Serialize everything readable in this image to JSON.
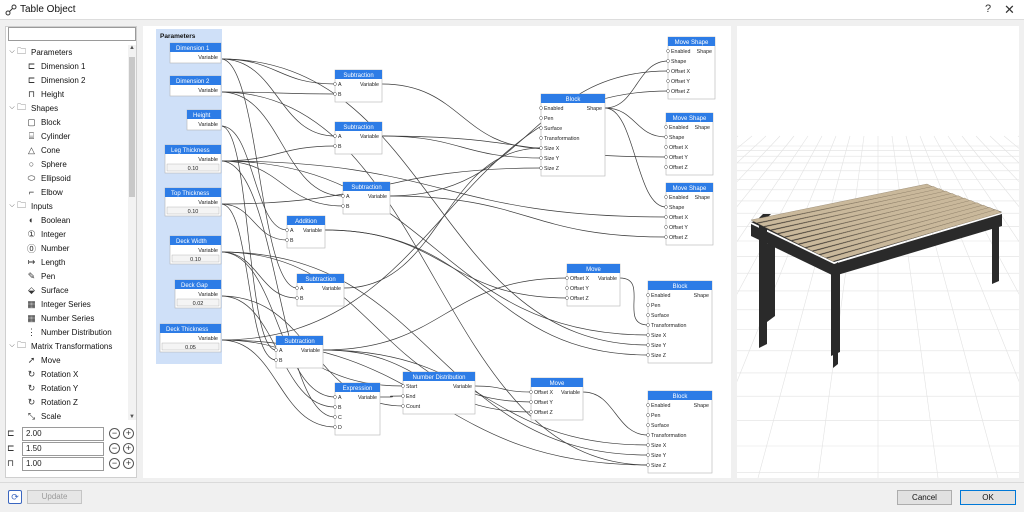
{
  "window": {
    "title": "Table Object",
    "help": "?",
    "close": "✕"
  },
  "tree": [
    {
      "label": "Parameters",
      "group": true,
      "icon": "folder"
    },
    {
      "label": "Dimension 1",
      "icon": "dimension"
    },
    {
      "label": "Dimension 2",
      "icon": "dimension"
    },
    {
      "label": "Height",
      "icon": "height"
    },
    {
      "label": "Shapes",
      "group": true,
      "icon": "folder"
    },
    {
      "label": "Block",
      "icon": "block"
    },
    {
      "label": "Cylinder",
      "icon": "cylinder"
    },
    {
      "label": "Cone",
      "icon": "cone"
    },
    {
      "label": "Sphere",
      "icon": "sphere"
    },
    {
      "label": "Ellipsoid",
      "icon": "ellipsoid"
    },
    {
      "label": "Elbow",
      "icon": "elbow"
    },
    {
      "label": "Inputs",
      "group": true,
      "icon": "folder"
    },
    {
      "label": "Boolean",
      "icon": "boolean"
    },
    {
      "label": "Integer",
      "icon": "integer"
    },
    {
      "label": "Number",
      "icon": "number"
    },
    {
      "label": "Length",
      "icon": "length"
    },
    {
      "label": "Pen",
      "icon": "pen"
    },
    {
      "label": "Surface",
      "icon": "surface"
    },
    {
      "label": "Integer Series",
      "icon": "series"
    },
    {
      "label": "Number Series",
      "icon": "series"
    },
    {
      "label": "Number Distribution",
      "icon": "distribution"
    },
    {
      "label": "Matrix Transformations",
      "group": true,
      "icon": "folder"
    },
    {
      "label": "Move",
      "icon": "move"
    },
    {
      "label": "Rotation X",
      "icon": "rotate"
    },
    {
      "label": "Rotation Y",
      "icon": "rotate"
    },
    {
      "label": "Rotation Z",
      "icon": "rotate"
    },
    {
      "label": "Scale",
      "icon": "scale"
    }
  ],
  "params": [
    {
      "name": "dimension-1",
      "value": "2.00"
    },
    {
      "name": "dimension-2",
      "value": "1.50"
    },
    {
      "name": "height",
      "value": "1.00"
    }
  ],
  "graph": {
    "params_group_title": "Parameters",
    "param_nodes": [
      {
        "title": "Dimension 1",
        "out": "Variable",
        "value": null
      },
      {
        "title": "Dimension 2",
        "out": "Variable",
        "value": null
      },
      {
        "title": "Height",
        "out": "Variable",
        "value": null
      },
      {
        "title": "Leg Thickness",
        "out": "Variable",
        "value": "0.10"
      },
      {
        "title": "Top Thickness",
        "out": "Variable",
        "value": "0.10"
      },
      {
        "title": "Deck Width",
        "out": "Variable",
        "value": "0.10"
      },
      {
        "title": "Deck Gap",
        "out": "Variable",
        "value": "0.02"
      },
      {
        "title": "Deck Thickness",
        "out": "Variable",
        "value": "0.05"
      }
    ],
    "nodes": [
      {
        "title": "Subtraction",
        "inputs": [
          "A",
          "B"
        ],
        "outputs": [
          "Variable"
        ]
      },
      {
        "title": "Subtraction",
        "inputs": [
          "A",
          "B"
        ],
        "outputs": [
          "Variable"
        ]
      },
      {
        "title": "Subtraction",
        "inputs": [
          "A",
          "B"
        ],
        "outputs": [
          "Variable"
        ]
      },
      {
        "title": "Addition",
        "inputs": [
          "A",
          "B"
        ],
        "outputs": [
          "Variable"
        ]
      },
      {
        "title": "Subtraction",
        "inputs": [
          "A",
          "B"
        ],
        "outputs": [
          "Variable"
        ]
      },
      {
        "title": "Subtraction",
        "inputs": [
          "A",
          "B"
        ],
        "outputs": [
          "Variable"
        ]
      },
      {
        "title": "Expression",
        "inputs": [
          "A",
          "B",
          "C",
          "D"
        ],
        "outputs": [
          "Variable"
        ]
      },
      {
        "title": "Number Distribution",
        "inputs": [
          "Start",
          "End",
          "Count"
        ],
        "outputs": [
          "Variable"
        ]
      },
      {
        "title": "Block",
        "inputs": [
          "Enabled",
          "Pen",
          "Surface",
          "Transformation",
          "Size X",
          "Size Y",
          "Size Z"
        ],
        "outputs": [
          "Shape"
        ]
      },
      {
        "title": "Move",
        "inputs": [
          "Offset X",
          "Offset Y",
          "Offset Z"
        ],
        "outputs": [
          "Variable"
        ]
      },
      {
        "title": "Move",
        "inputs": [
          "Offset X",
          "Offset Y",
          "Offset Z"
        ],
        "outputs": [
          "Variable"
        ]
      },
      {
        "title": "Move Shape",
        "inputs": [
          "Enabled",
          "Shape",
          "Offset X",
          "Offset Y",
          "Offset Z"
        ],
        "outputs": [
          "Shape"
        ]
      },
      {
        "title": "Move Shape",
        "inputs": [
          "Enabled",
          "Shape",
          "Offset X",
          "Offset Y",
          "Offset Z"
        ],
        "outputs": [
          "Shape"
        ]
      },
      {
        "title": "Move Shape",
        "inputs": [
          "Enabled",
          "Shape",
          "Offset X",
          "Offset Y",
          "Offset Z"
        ],
        "outputs": [
          "Shape"
        ]
      },
      {
        "title": "Block",
        "inputs": [
          "Enabled",
          "Pen",
          "Surface",
          "Transformation",
          "Size X",
          "Size Y",
          "Size Z"
        ],
        "outputs": [
          "Shape"
        ]
      },
      {
        "title": "Block",
        "inputs": [
          "Enabled",
          "Pen",
          "Surface",
          "Transformation",
          "Size X",
          "Size Y",
          "Size Z"
        ],
        "outputs": [
          "Shape"
        ]
      }
    ]
  },
  "footer": {
    "update": "Update",
    "cancel": "Cancel",
    "ok": "OK"
  },
  "colors": {
    "node_header": "#2d7ce6",
    "param_group_bg": "#cfe0f8",
    "wire": "#3c3c3c",
    "wood": "#c9b89b",
    "metal": "#2a2a2a"
  }
}
